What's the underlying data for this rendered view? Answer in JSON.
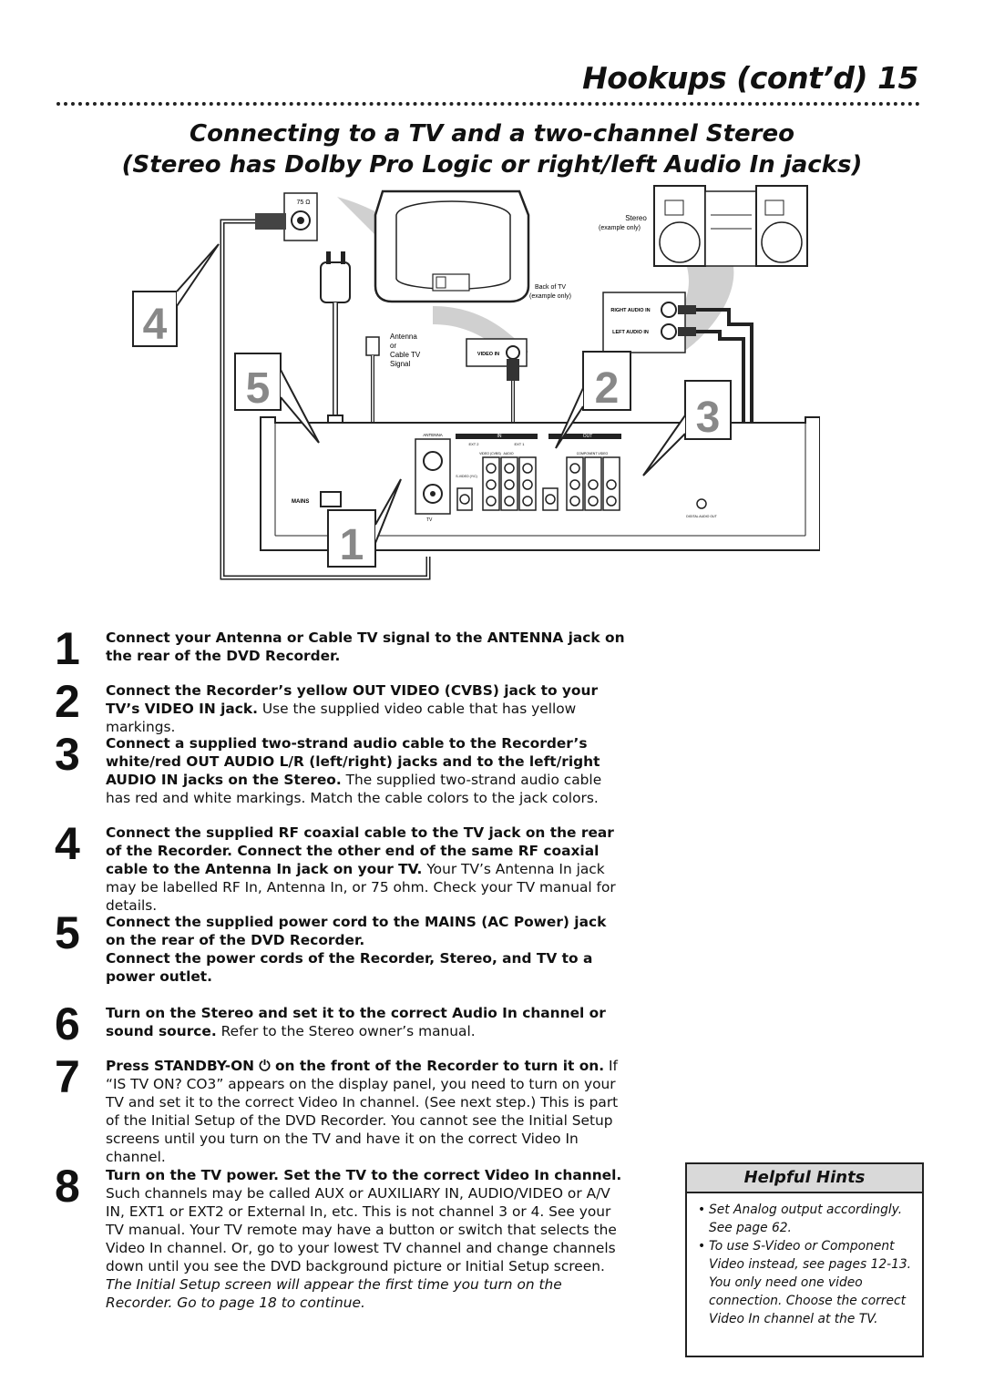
{
  "header": {
    "title": "Hookups (cont’d)  15",
    "subtitle1": "Connecting to a TV and a two-channel Stereo",
    "subtitle2": "(Stereo has Dolby Pro Logic or right/left Audio In jacks)"
  },
  "diagram": {
    "ohm_label": "75 Ω",
    "stereo_label": "Stereo",
    "stereo_note": "(example only)",
    "back_tv_label": "Back of TV",
    "back_tv_note": "(example only)",
    "antenna_l1": "Antenna",
    "antenna_l2": "or",
    "antenna_l3": "Cable TV",
    "antenna_l4": "Signal",
    "video_in": "VIDEO IN",
    "right_audio_in": "RIGHT AUDIO IN",
    "left_audio_in": "LEFT AUDIO IN",
    "antenna_jack": "ANTENNA",
    "in_label": "IN",
    "out_label": "OUT",
    "ext2": "EXT 2",
    "ext1": "EXT 1",
    "video_cvbs": "VIDEO (CVBS)",
    "audio": "AUDIO",
    "component_video": "COMPONENT VIDEO",
    "svideo": "S-VIDEO (Y/C)",
    "tv_jack": "TV",
    "mains": "MAINS",
    "digital_audio_out": "DIGITAL AUDIO OUT",
    "callouts": [
      "1",
      "2",
      "3",
      "4",
      "5"
    ]
  },
  "steps": [
    {
      "num": "1",
      "bold": "Connect your Antenna or Cable TV signal to the ANTENNA jack on the rear of the DVD Recorder.",
      "text": ""
    },
    {
      "num": "2",
      "bold": "Connect the Recorder’s yellow OUT VIDEO (CVBS) jack to your TV’s VIDEO IN jack.",
      "text": " Use the supplied video cable that has yellow markings."
    },
    {
      "num": "3",
      "bold": "Connect a supplied two-strand audio cable to the Recorder’s white/red OUT AUDIO L/R (left/right) jacks and to the left/right AUDIO IN jacks on the Stereo.",
      "text": " The supplied two-strand audio cable has red and white markings. Match the cable colors to the jack colors."
    },
    {
      "num": "4",
      "bold": "Connect the supplied RF coaxial cable to the TV jack on the rear of the Recorder. Connect the other end of the same RF coaxial cable to the Antenna In jack on your TV.",
      "text": " Your TV’s Antenna In jack may be labelled RF In, Antenna In, or 75 ohm. Check your TV manual for details."
    },
    {
      "num": "5",
      "bold": "Connect the supplied power cord to the MAINS (AC Power) jack on the rear of the DVD Recorder.",
      "text": "",
      "bold2": "Connect the power cords of the Recorder, Stereo, and TV to a power outlet."
    },
    {
      "num": "6",
      "bold": "Turn on the Stereo and set it to the correct Audio In channel or sound source.",
      "text": " Refer to the Stereo owner’s manual."
    },
    {
      "num": "7",
      "bold": "Press STANDBY-ON ⏻ on the front of the Recorder to turn it on.",
      "text": " If “IS TV ON? CO3” appears on the display panel, you need to turn on your TV and set it to the correct Video In channel. (See next step.) This is part of the Initial Setup of the DVD Recorder. You cannot see the Initial Setup screens until you turn on the TV and have it on the correct Video In channel."
    },
    {
      "num": "8",
      "bold": "Turn on the TV power. Set the TV to the correct Video In channel.",
      "text": " Such channels may be called AUX or AUXILIARY IN, AUDIO/VIDEO or A/V IN, EXT1 or EXT2 or External In, etc. This is not channel 3 or 4. See your TV manual. Your TV remote may have a button or switch that selects the Video In channel. Or, go to your lowest TV channel and change channels down until you see the DVD background picture or Initial Setup screen.",
      "italic": "The Initial Setup screen will appear the first time you turn on the Recorder. Go to page 18 to continue."
    }
  ],
  "hints": {
    "title": "Helpful Hints",
    "items": [
      "Set Analog output accordingly. See page 62.",
      "To use S-Video or Component Video instead, see pages 12-13. You only need one video connection. Choose the correct Video In channel at the TV."
    ]
  }
}
